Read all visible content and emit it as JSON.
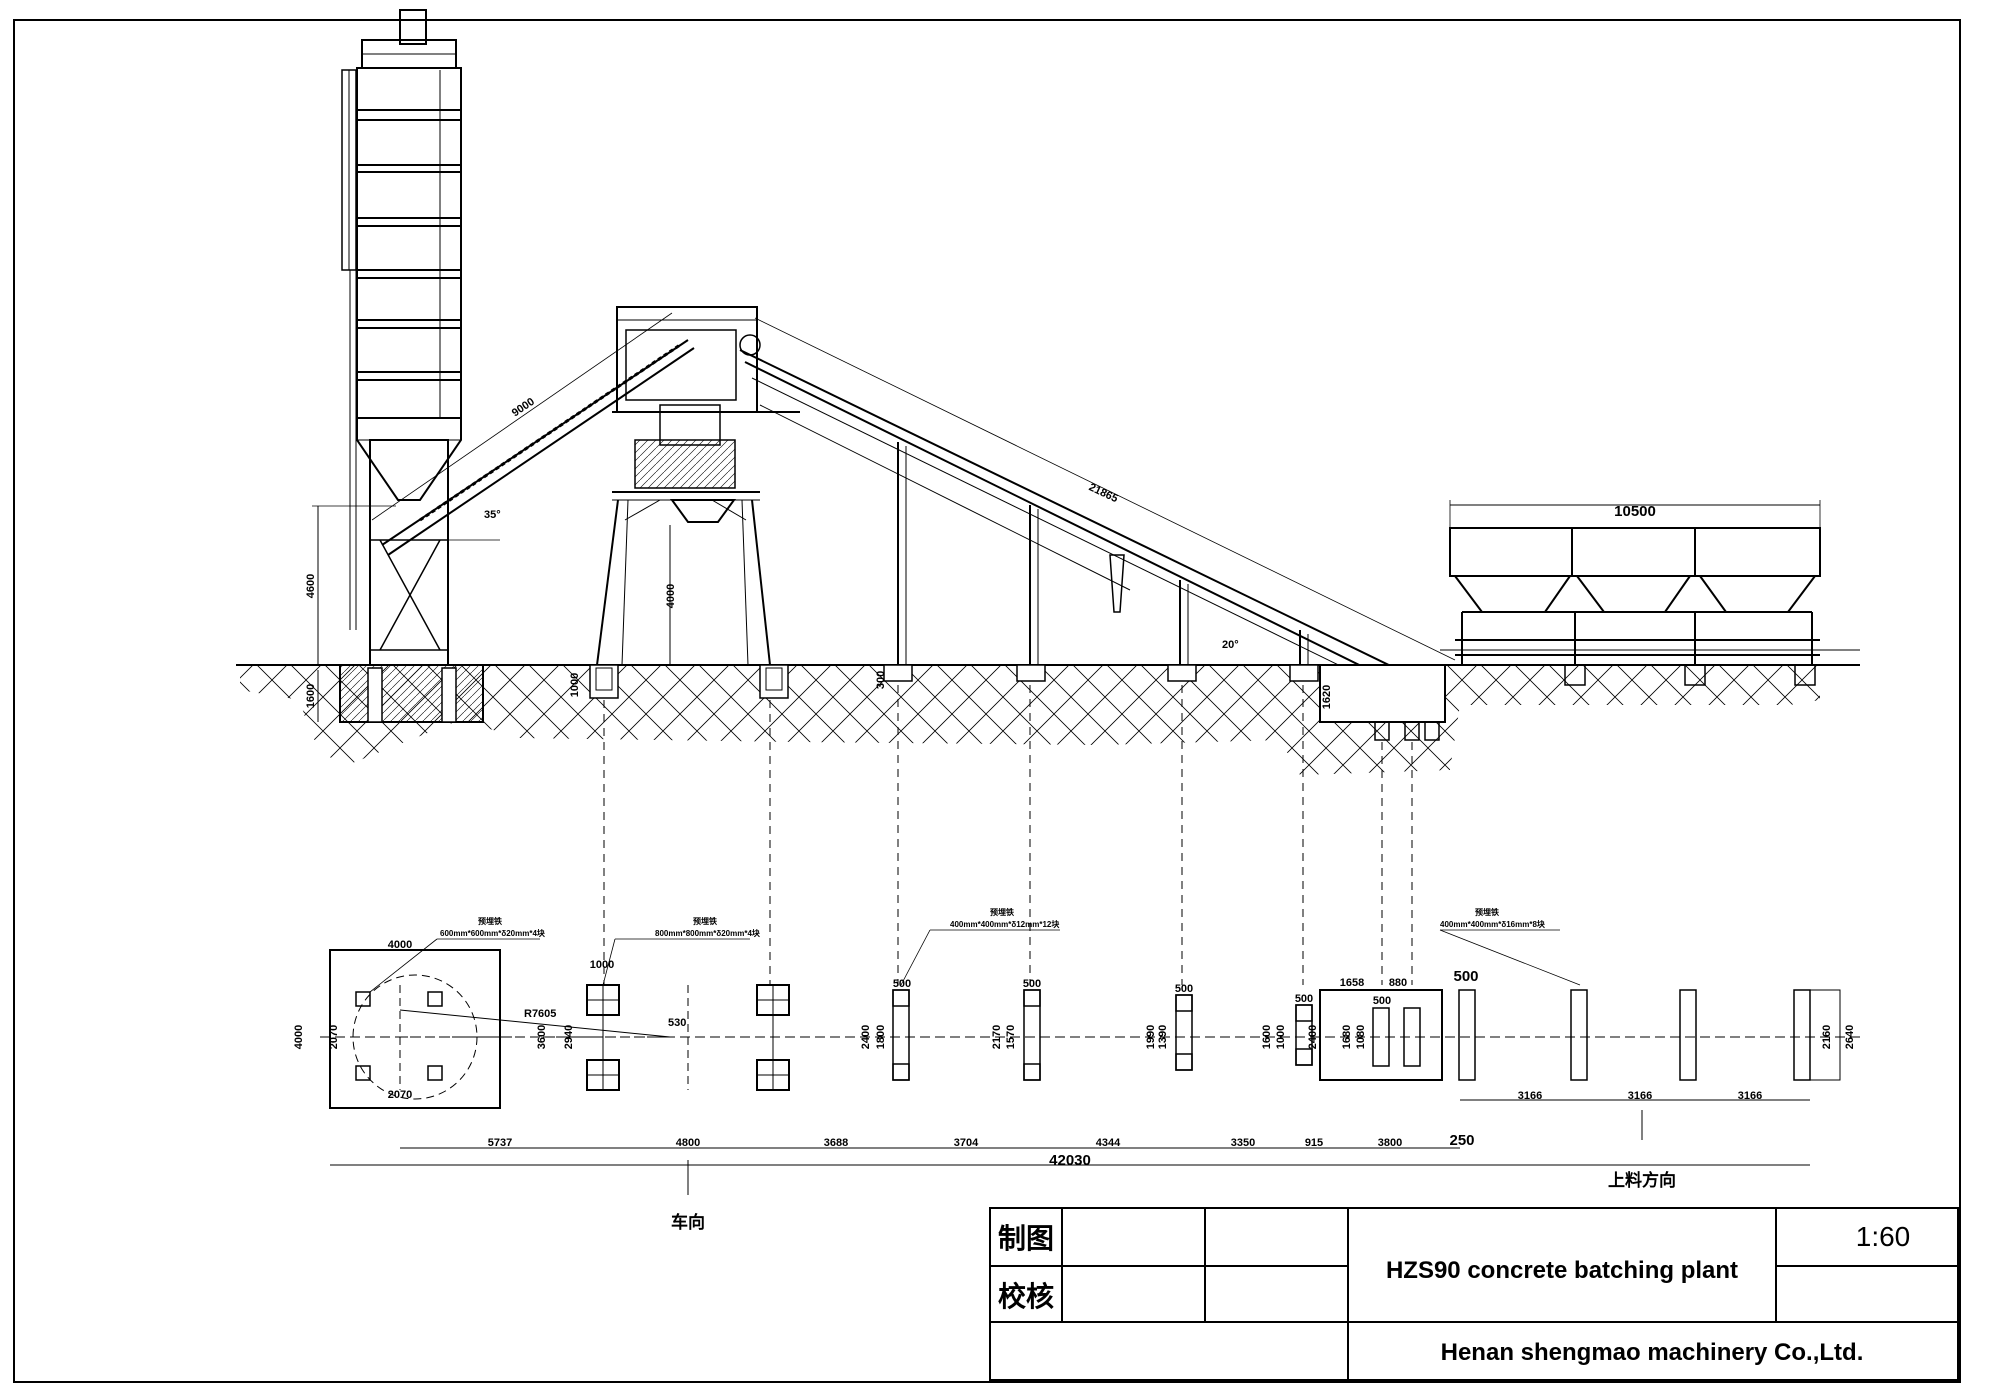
{
  "title_block": {
    "row1_label": "制图",
    "row2_label": "校核",
    "drawing_title": "HZS90 concrete batching plant",
    "scale": "1:60",
    "company": "Henan shengmao machinery Co.,Ltd."
  },
  "elevation": {
    "silo_height": "4600",
    "silo_footing_depth": "1600",
    "screw_length": "9000",
    "screw_angle": "35°",
    "mixer_height": "4000",
    "mixer_footing": "1000",
    "belt_length": "21865",
    "belt_angle": "20°",
    "pit_depth": "1620",
    "post_label": "300",
    "bin_length": "10500"
  },
  "plan": {
    "note_silo": "预埋铁",
    "note_silo_spec": "600mm*600mm*δ20mm*4块",
    "note_mixer": "预埋铁",
    "note_mixer_spec": "800mm*800mm*δ20mm*4块",
    "note_belt": "预埋铁",
    "note_belt_spec": "400mm*400mm*δ12mm*12块",
    "note_bin": "预埋铁",
    "note_bin_spec": "400mm*400mm*δ16mm*8块",
    "silo_width": "4000",
    "silo_depth": "4000",
    "silo_bolt_x": "2070",
    "silo_bolt_y": "2070",
    "radius": "R7605",
    "offset": "530",
    "mixer_width": "1000",
    "mixer_h1": "3600",
    "mixer_h2": "2940",
    "belt_plate": "500",
    "belt_h1": "2400",
    "belt_h2": "1800",
    "belt2_h1": "2170",
    "belt2_h2": "1570",
    "belt3_h1": "1990",
    "belt3_h2": "1390",
    "belt4_h1": "1600",
    "belt4_h2": "1000",
    "belt4_h3": "2400",
    "pit_w1": "1658",
    "pit_w2": "880",
    "pit_h1": "1680",
    "pit_h2": "1080",
    "bin_plate": "500",
    "bin_h1": "2160",
    "bin_h2": "2640",
    "gap_250": "250",
    "bin_spacing": [
      "3166",
      "3166",
      "3166"
    ],
    "bottom_segments": [
      "5737",
      "4800",
      "3688",
      "3704",
      "4344",
      "3350",
      "915",
      "3800"
    ],
    "total": "42030",
    "truck_direction": "车向",
    "loading_direction": "上料方向"
  }
}
